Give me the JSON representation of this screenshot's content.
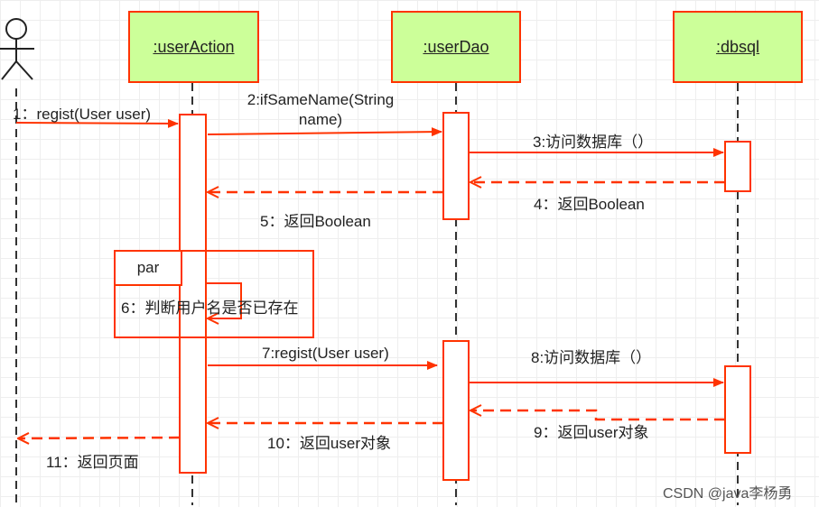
{
  "participants": {
    "user_action": ":userAction",
    "user_dao": ":userDao",
    "dbsql": ":dbsql"
  },
  "messages": {
    "m1": "1：regist(User user)",
    "m2_line1": "2:ifSameName(String",
    "m2_line2": "name)",
    "m3": "3:访问数据库（）",
    "m4": "4：返回Boolean",
    "m5": "5：返回Boolean",
    "m6": "6：判断用户名是否已存在",
    "m7": "7:regist(User user)",
    "m8": "8:访问数据库（）",
    "m9": "9：返回user对象",
    "m10": "10：返回user对象",
    "m11": "11：返回页面"
  },
  "fragment": {
    "operator": "par"
  },
  "watermark": "CSDN @java李杨勇",
  "colors": {
    "line": "#ff3300",
    "participant_fill": "#ccff99",
    "text": "#222222",
    "lifeline": "#333333"
  },
  "icons": {
    "actor": "stick-figure-icon"
  }
}
